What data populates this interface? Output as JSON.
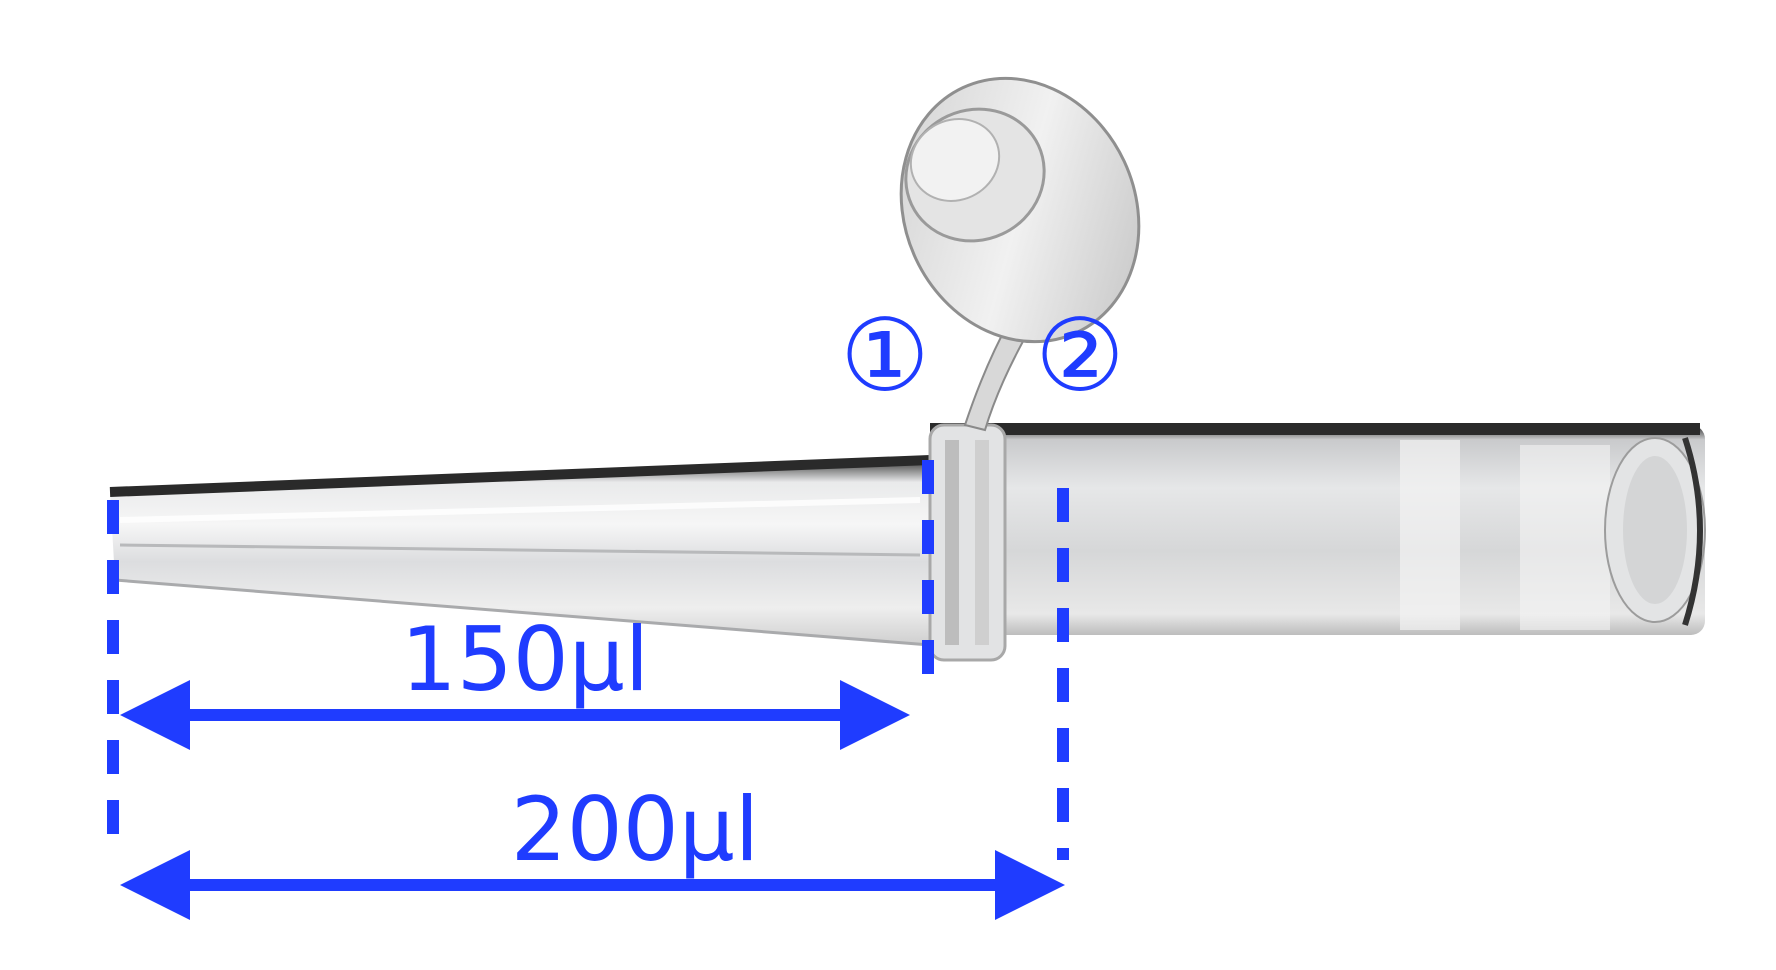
{
  "annotations": {
    "marker_1": "①",
    "marker_2": "②",
    "volume_150": "150μl",
    "volume_200": "200μl"
  },
  "colors": {
    "annotation": "#1f3cff",
    "background": "#ffffff",
    "tube_edge": "#2a2a2a",
    "tube_body": "#d9dadb"
  }
}
